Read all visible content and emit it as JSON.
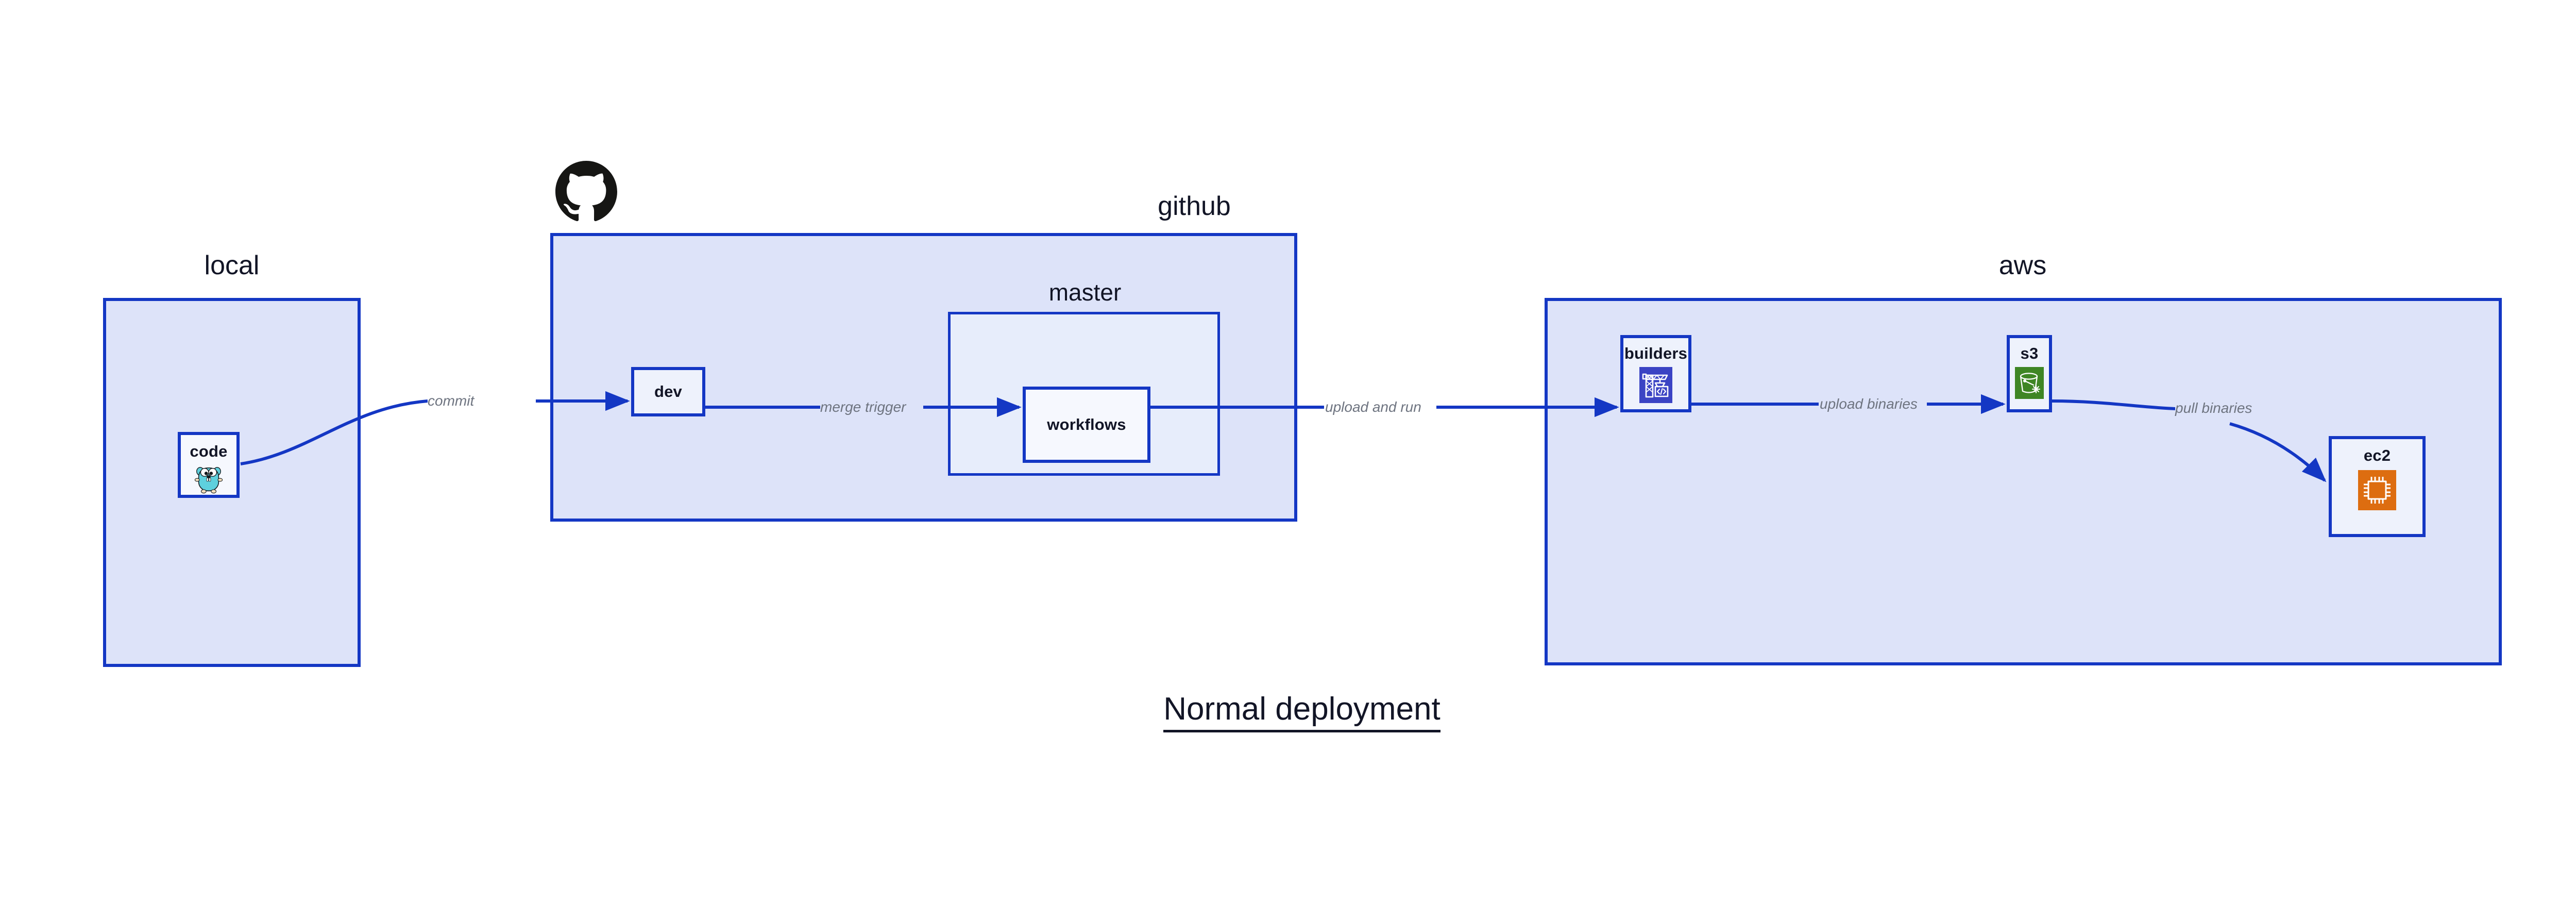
{
  "diagram": {
    "title": "Normal deployment",
    "accent_border": "#1437c4",
    "group_fill": "#dde3f9",
    "subgroup_fill": "#e7edfb",
    "node_fill": "#eef2fc",
    "label_color": "#121526",
    "edge_label_color": "#6e7480"
  },
  "groups": [
    {
      "id": "local",
      "label": "local"
    },
    {
      "id": "github",
      "label": "github"
    },
    {
      "id": "aws",
      "label": "aws"
    }
  ],
  "subgroups": [
    {
      "id": "master",
      "label": "master",
      "parent": "github"
    }
  ],
  "nodes": [
    {
      "id": "code",
      "label": "code",
      "parent": "local",
      "icon": "go-gopher-icon",
      "icon_color": "#5ed0dd"
    },
    {
      "id": "dev",
      "label": "dev",
      "parent": "github",
      "icon": null,
      "icon_color": null
    },
    {
      "id": "workflows",
      "label": "workflows",
      "parent": "master",
      "icon": null,
      "icon_color": null
    },
    {
      "id": "builders",
      "label": "builders",
      "parent": "aws",
      "icon": "aws-builders-crane-icon",
      "icon_color": "#3b44c4"
    },
    {
      "id": "s3",
      "label": "s3",
      "parent": "aws",
      "icon": "aws-s3-bucket-icon",
      "icon_color": "#3f8624"
    },
    {
      "id": "ec2",
      "label": "ec2",
      "parent": "aws",
      "icon": "aws-ec2-chip-icon",
      "icon_color": "#dd6d10"
    }
  ],
  "edges": [
    {
      "id": "commit",
      "label": "commit",
      "from": "code",
      "to": "dev"
    },
    {
      "id": "merge-trigger",
      "label": "merge trigger",
      "from": "dev",
      "to": "workflows"
    },
    {
      "id": "upload-and-run",
      "label": "upload and run",
      "from": "workflows",
      "to": "builders"
    },
    {
      "id": "upload-binaries",
      "label": "upload binaries",
      "from": "builders",
      "to": "s3"
    },
    {
      "id": "pull-binaries",
      "label": "pull binaries",
      "from": "s3",
      "to": "ec2"
    }
  ],
  "logos": [
    {
      "id": "github-logo",
      "icon": "github-octocat-icon",
      "color": "#161614"
    }
  ]
}
